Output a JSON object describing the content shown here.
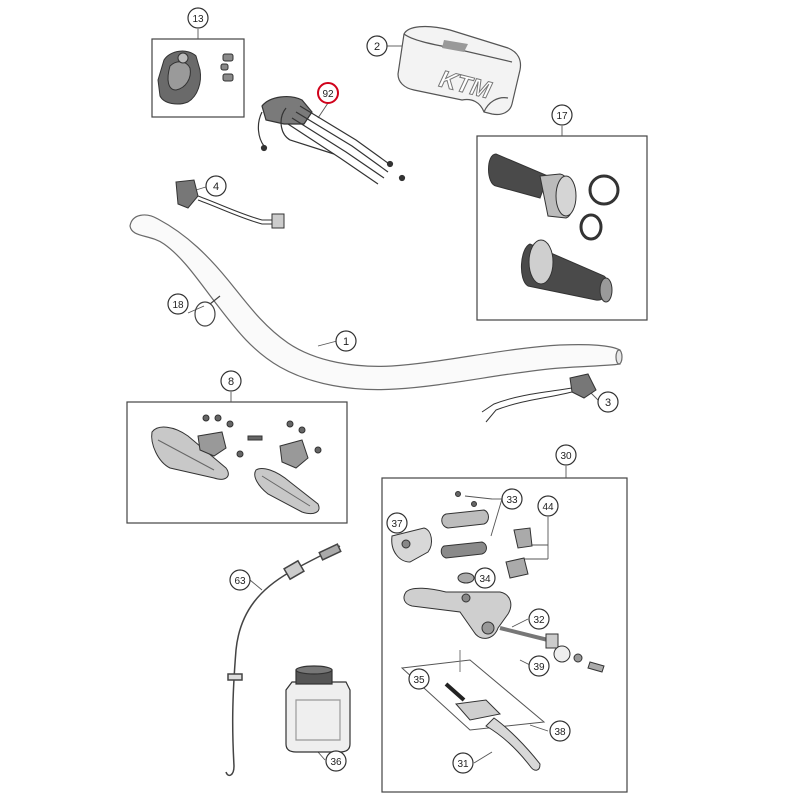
{
  "brand_logo_text": "KTM",
  "colors": {
    "line": "#3a3a3a",
    "part_outline": "#555555",
    "part_fill": "#e6e6e6",
    "part_dark": "#5a5a5a",
    "highlight": "#d0021b",
    "box": "#444444"
  },
  "callouts": [
    {
      "id": "c13",
      "label": "13"
    },
    {
      "id": "c2",
      "label": "2"
    },
    {
      "id": "c92",
      "label": "92",
      "highlighted": true
    },
    {
      "id": "c17",
      "label": "17"
    },
    {
      "id": "c4",
      "label": "4"
    },
    {
      "id": "c18",
      "label": "18"
    },
    {
      "id": "c1",
      "label": "1"
    },
    {
      "id": "c8",
      "label": "8"
    },
    {
      "id": "c3",
      "label": "3"
    },
    {
      "id": "c30",
      "label": "30"
    },
    {
      "id": "c33",
      "label": "33"
    },
    {
      "id": "c44",
      "label": "44"
    },
    {
      "id": "c37",
      "label": "37"
    },
    {
      "id": "c34",
      "label": "34"
    },
    {
      "id": "c32",
      "label": "32"
    },
    {
      "id": "c39",
      "label": "39"
    },
    {
      "id": "c35",
      "label": "35"
    },
    {
      "id": "c38",
      "label": "38"
    },
    {
      "id": "c31",
      "label": "31"
    },
    {
      "id": "c63",
      "label": "63"
    },
    {
      "id": "c36",
      "label": "36"
    }
  ]
}
